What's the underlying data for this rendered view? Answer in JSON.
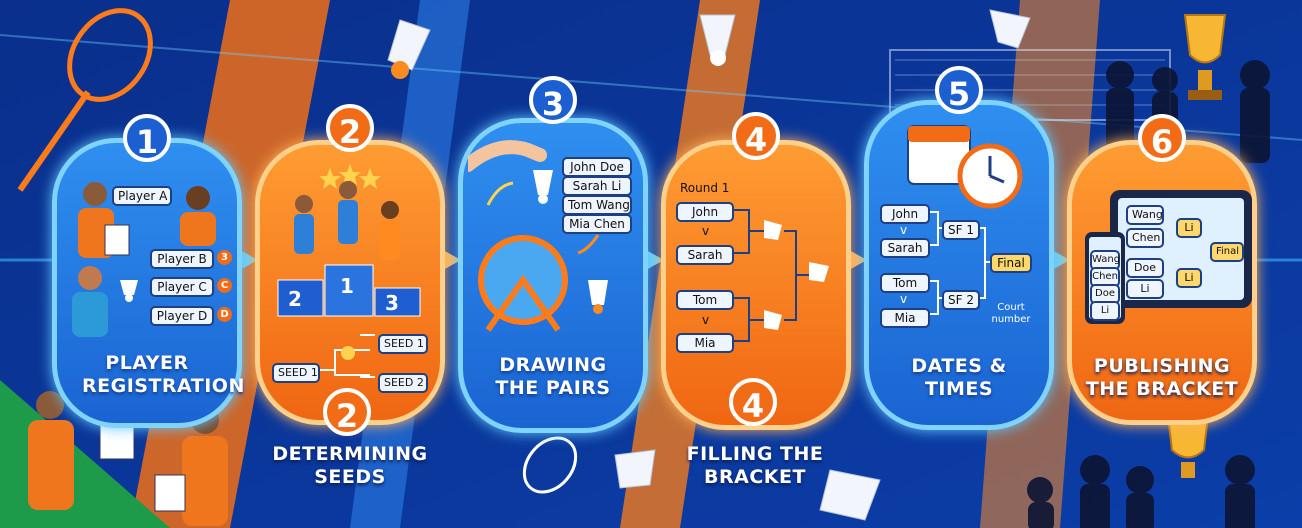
{
  "steps": [
    {
      "number": "1",
      "title": "PLAYER REGISTRATION"
    },
    {
      "number": "2",
      "title": "DETERMINING SEEDS"
    },
    {
      "number": "3",
      "title": "DRAWING THE PAIRS"
    },
    {
      "number": "4",
      "title": "FILLING THE BRACKET"
    },
    {
      "number": "5",
      "title": "DATES & TIMES"
    },
    {
      "number": "6",
      "title": "PUBLISHING THE BRACKET"
    }
  ],
  "step1": {
    "players": [
      "Player A",
      "Player B",
      "Player C",
      "Player D"
    ],
    "badges": [
      "3",
      "C",
      "D"
    ]
  },
  "step2": {
    "podium": [
      "2",
      "1",
      "3"
    ],
    "seeds": [
      "SEED 1",
      "SEED 1",
      "SEED 2"
    ]
  },
  "step3": {
    "names": [
      "John Doe",
      "Sarah Li",
      "Tom Wang",
      "Mia Chen"
    ]
  },
  "step4": {
    "round_label": "Round 1",
    "entries": [
      "John",
      "v",
      "Sarah",
      "Tom",
      "v",
      "Mia"
    ]
  },
  "step5": {
    "entries": [
      "John",
      "v",
      "Sarah",
      "Tom",
      "v",
      "Mia"
    ],
    "semis": [
      "SF 1",
      "SF 2"
    ],
    "final": "Final",
    "court": "Court number"
  },
  "step6": {
    "tablet": [
      "Wang",
      "Chen",
      "Doe",
      "Li",
      "Li",
      "Li",
      "Final"
    ],
    "phone": [
      "Wang",
      "Chen",
      "Doe",
      "Li"
    ]
  },
  "colors": {
    "blue": "#1b5fd1",
    "orange": "#f26b16",
    "highlight": "#7fd3ff"
  }
}
